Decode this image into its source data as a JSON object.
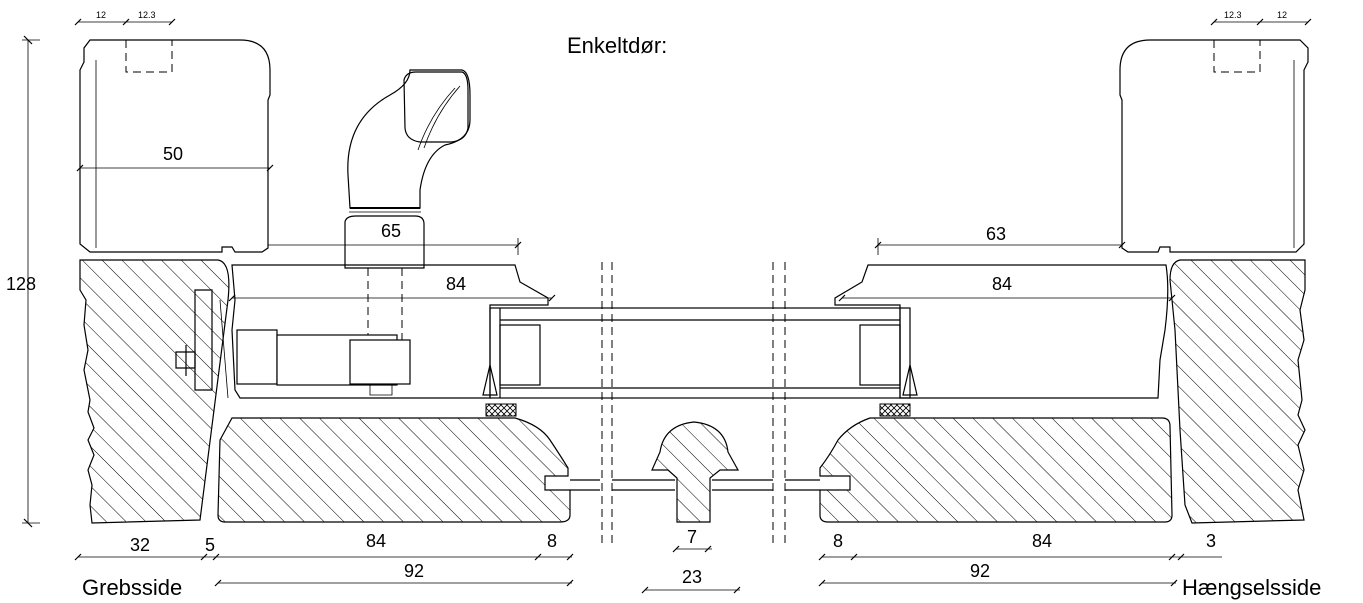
{
  "title": "Enkeltdør:",
  "side_left": "Grebsside",
  "side_right": "Hængselsside",
  "dims": {
    "top_left_a": "12",
    "top_left_b": "12.3",
    "top_right_a": "12.3",
    "top_right_b": "12",
    "left_frame_width": "50",
    "handle_distance": "65",
    "right_distance": "63",
    "left_inner": "84",
    "right_inner": "84",
    "height": "128",
    "bottom_left_frame": "32",
    "bottom_gap_left": "5",
    "bottom_left_sash": "84",
    "bottom_left_edge": "8",
    "bottom_left_total": "92",
    "center_slot": "7",
    "center_width": "23",
    "bottom_right_edge": "8",
    "bottom_right_sash": "84",
    "bottom_gap_right": "3",
    "bottom_right_total": "92"
  }
}
